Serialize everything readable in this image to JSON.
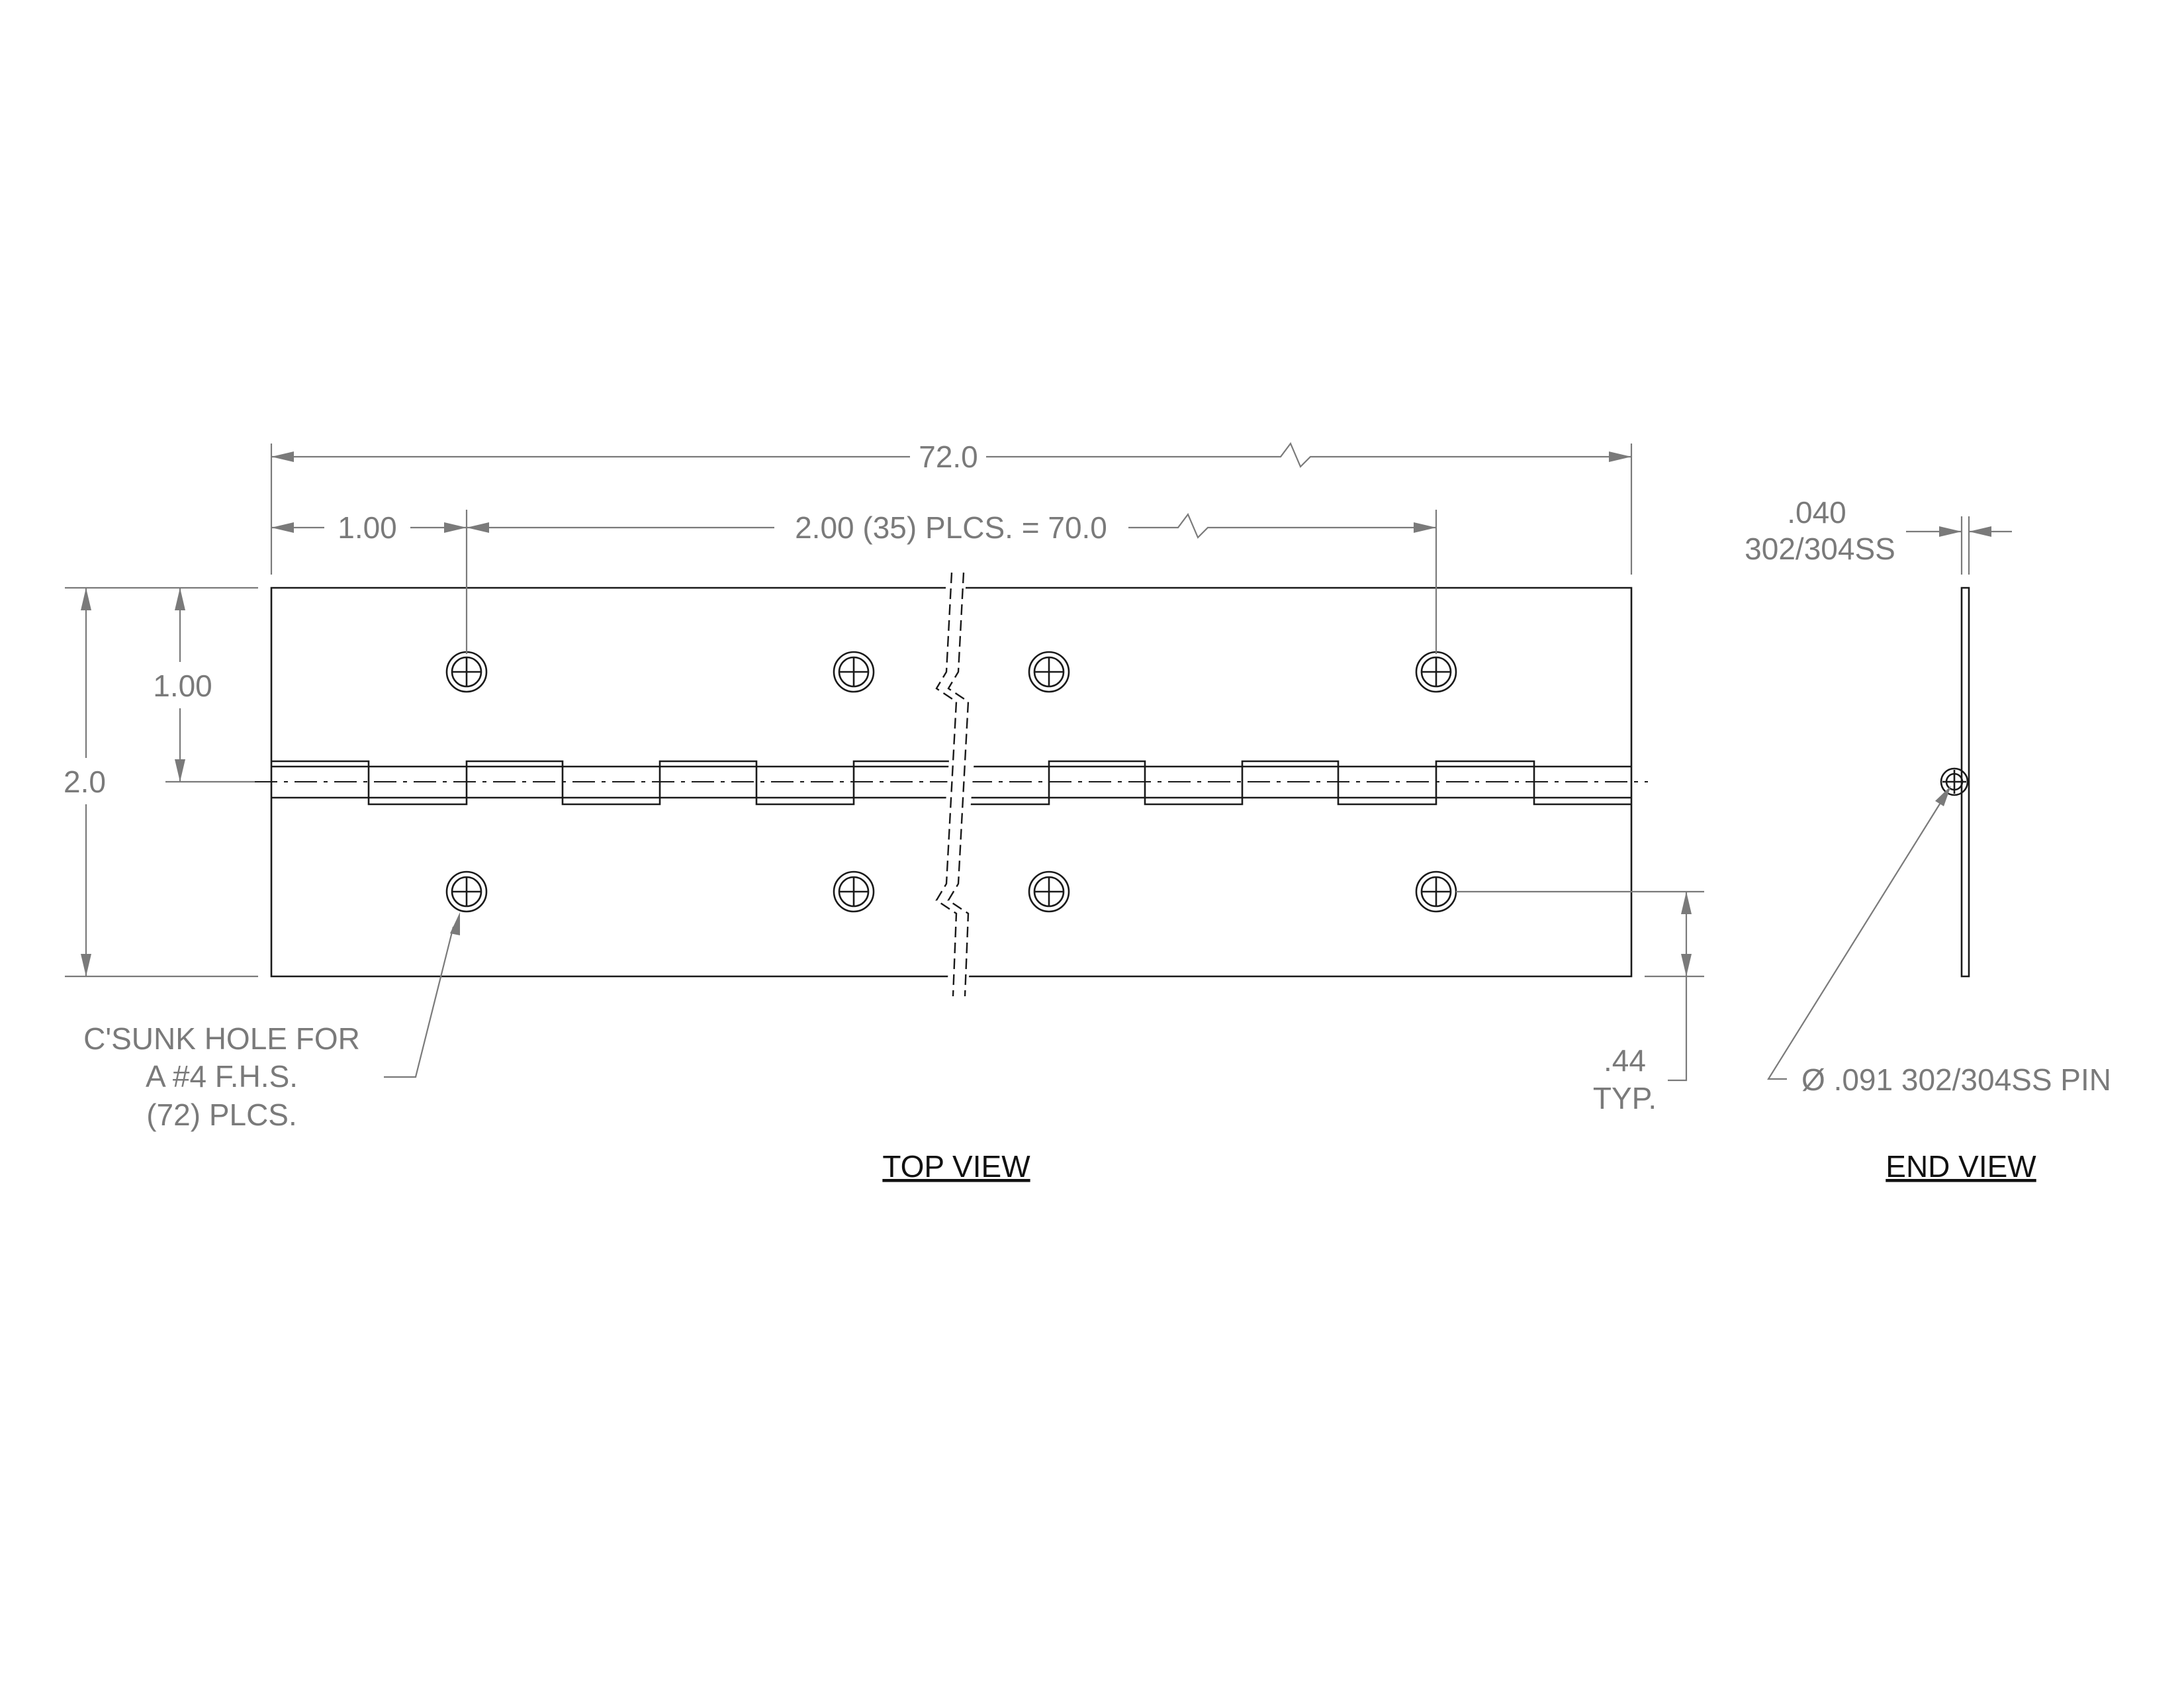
{
  "dimensions": {
    "overall_length": "72.0",
    "end_offset": "1.00",
    "hole_spacing": "2.00 (35) PLCS. = 70.0",
    "leaf_half_width": "1.00",
    "overall_width": "2.0",
    "thickness_value": ".040",
    "thickness_material": "302/304SS",
    "hole_edge_offset_value": ".44",
    "hole_edge_offset_typ": "TYP."
  },
  "notes": {
    "hole_line_1": "C'SUNK HOLE FOR",
    "hole_line_2": "A #4 F.H.S.",
    "hole_line_3": "(72) PLCS.",
    "pin_symbol": "Ø",
    "pin_text": ".091 302/304SS PIN"
  },
  "views": {
    "top": "TOP VIEW",
    "end": "END VIEW"
  }
}
